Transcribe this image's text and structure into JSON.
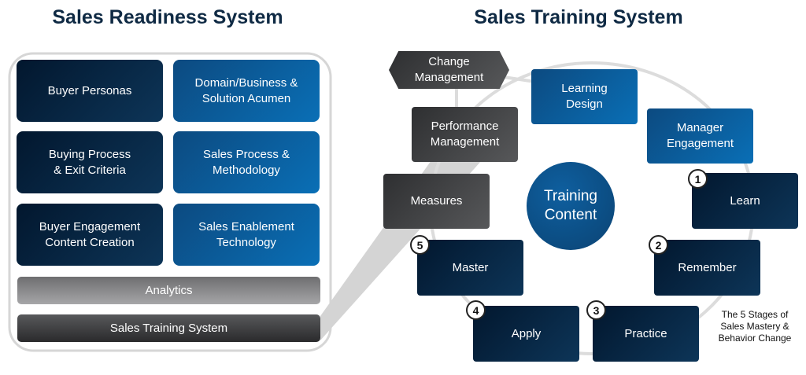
{
  "left": {
    "title": "Sales Readiness System",
    "tiles": [
      {
        "label": "Buyer Personas"
      },
      {
        "label": "Domain/Business &\nSolution Acumen"
      },
      {
        "label": "Buying Process\n& Exit Criteria"
      },
      {
        "label": "Sales Process &\nMethodology"
      },
      {
        "label": "Buyer Engagement\nContent Creation"
      },
      {
        "label": "Sales Enablement\nTechnology"
      }
    ],
    "analytics": "Analytics",
    "training_bar": "Sales Training System"
  },
  "right": {
    "title": "Sales Training System",
    "center": "Training\nContent",
    "change_management": "Change\nManagement",
    "learning_design": "Learning\nDesign",
    "manager_engagement": "Manager\nEngagement",
    "performance_management": "Performance\nManagement",
    "measures": "Measures",
    "stages": [
      {
        "number": "1",
        "label": "Learn"
      },
      {
        "number": "2",
        "label": "Remember"
      },
      {
        "number": "3",
        "label": "Practice"
      },
      {
        "number": "4",
        "label": "Apply"
      },
      {
        "number": "5",
        "label": "Master"
      }
    ],
    "caption": "The 5 Stages of\nSales Mastery &\nBehavior Change"
  }
}
